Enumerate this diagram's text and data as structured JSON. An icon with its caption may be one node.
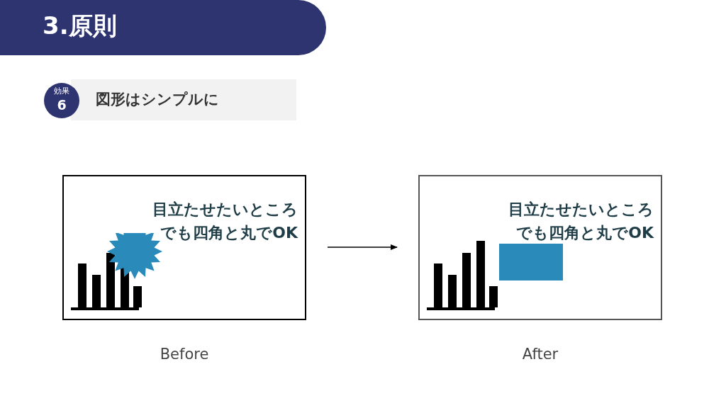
{
  "diagram": {
    "title": "3.原則",
    "nodes": [
      {
        "text": [
          "目立たせたいところでも四角と丸でOK"
        ],
        "beside": [
          "Before"
        ]
      },
      {
        "text": [
          "目立たせたいところでも四角と丸でOK"
        ],
        "beside": [
          "After"
        ]
      }
    ],
    "edges": [
      {
        "from": 0,
        "to": 1,
        "arrow": "to"
      }
    ],
    "labels": [
      "効果",
      "6",
      "図形はシンプルに"
    ]
  }
}
